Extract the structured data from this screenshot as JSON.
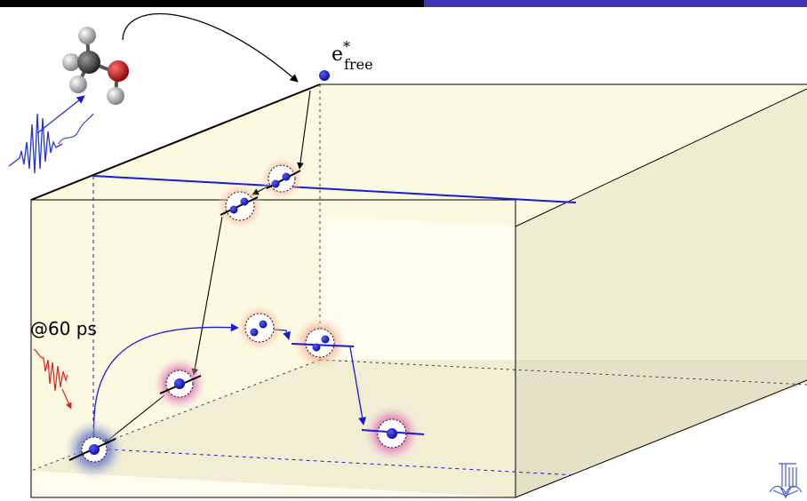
{
  "labels": {
    "electron_symbol": "e",
    "electron_superscript": "*",
    "electron_subscript": "free",
    "time_label": "@60 ps"
  },
  "colors": {
    "header_left": "#000000",
    "header_right": "#3a33b8",
    "box_front": "#fbf9df",
    "box_floor": "#e4e1c7",
    "electron": "#1414c8",
    "pump_pulse": "#2233dd",
    "probe_pulse": "#e02020",
    "blue_path": "#1a1ad8",
    "halo_orange": "#f08060",
    "halo_magenta": "#c0308a",
    "halo_blue": "#2a3aa8"
  },
  "icons": [
    "methanol-molecule-icon",
    "pump-pulse-icon",
    "probe-pulse-icon",
    "tu-logo-icon"
  ]
}
